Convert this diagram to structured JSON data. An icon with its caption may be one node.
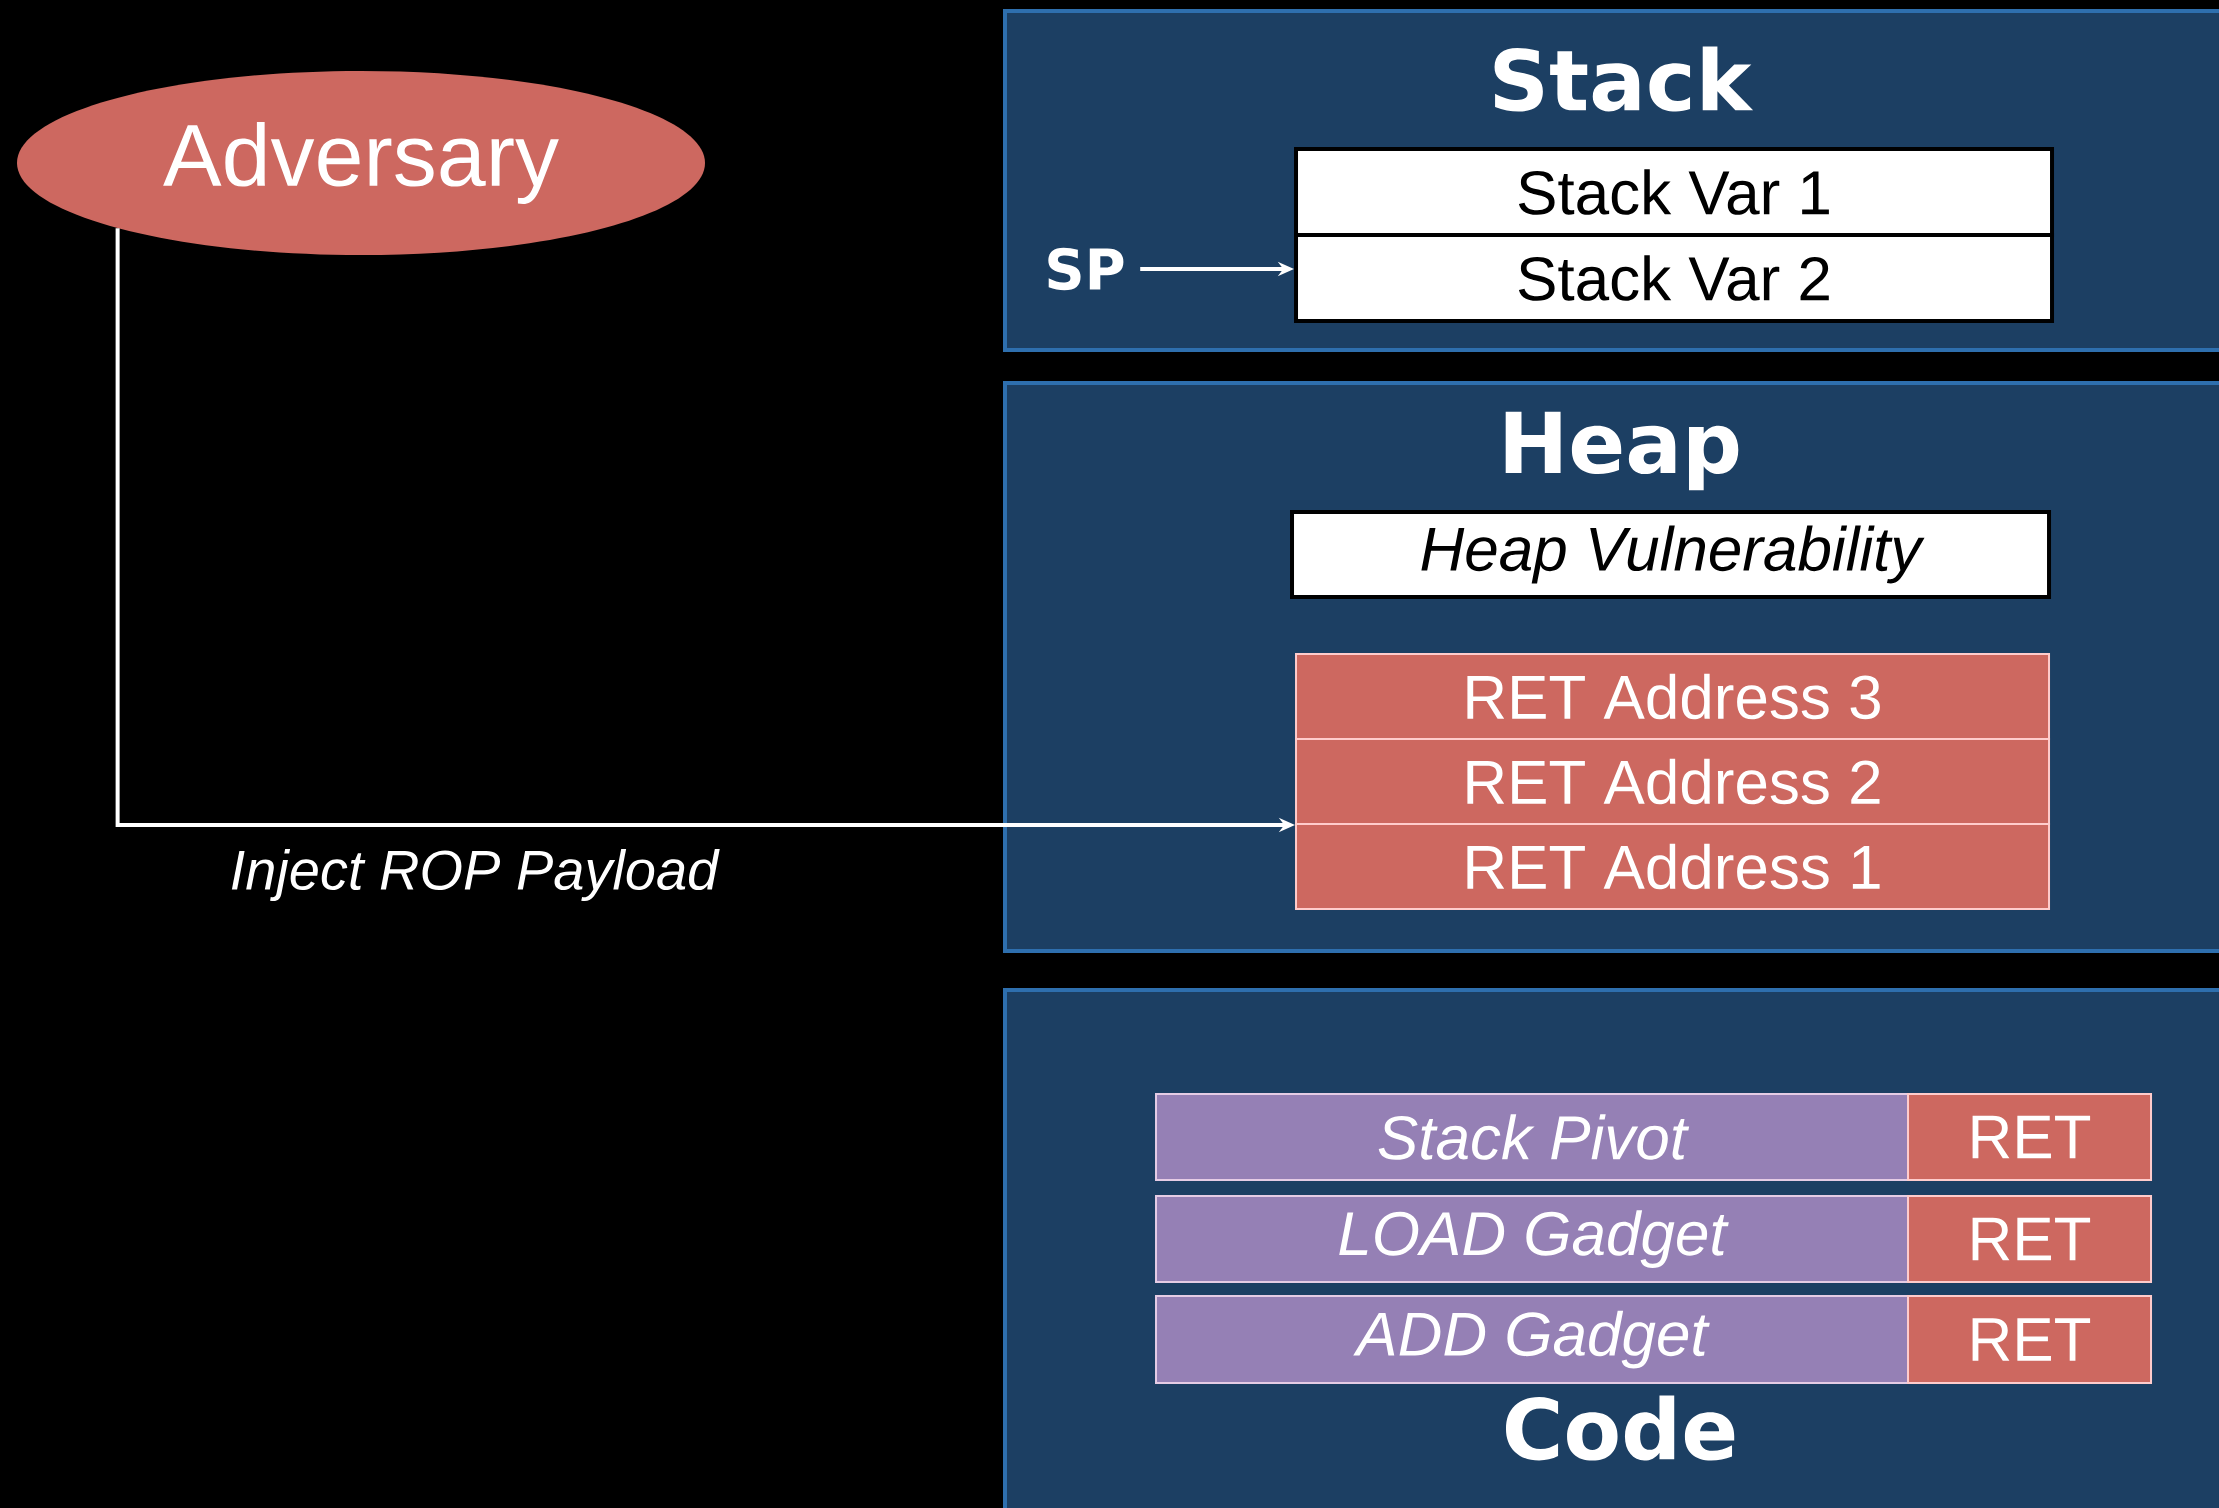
{
  "diagram": {
    "nodes": [
      {
        "text": [
          "Adversary"
        ]
      },
      {
        "text": [
          "Stack"
        ]
      },
      {
        "text": [
          "Stack Var 1"
        ],
        "in": 1
      },
      {
        "text": [
          "SP"
        ],
        "in": 1
      },
      {
        "text": [
          "Stack Var 2"
        ],
        "in": 1
      },
      {
        "text": [
          "Heap"
        ]
      },
      {
        "text": [
          "Heap Vulnerability"
        ],
        "in": 5
      },
      {
        "text": [
          "RET Address 3"
        ],
        "in": 5
      },
      {
        "text": [
          "RET Address 2"
        ],
        "in": 5
      },
      {
        "text": [
          "RET Address 1"
        ],
        "in": 5
      },
      {
        "text": [
          "Code"
        ]
      },
      {
        "text": [
          "Stack Pivot"
        ],
        "in": 10
      },
      {
        "text": [
          "RET"
        ],
        "in": 10
      },
      {
        "text": [
          "LOAD Gadget"
        ],
        "in": 10
      },
      {
        "text": [
          "RET"
        ],
        "in": 10
      },
      {
        "text": [
          "ADD Gadget"
        ],
        "in": 10
      },
      {
        "text": [
          "RET"
        ],
        "in": 10
      }
    ],
    "edges": [
      {
        "from": 0,
        "to": 8,
        "arrow": "to",
        "label": "Inject ROP Payload"
      },
      {
        "from": 3,
        "to": 4,
        "arrow": "to"
      }
    ]
  }
}
